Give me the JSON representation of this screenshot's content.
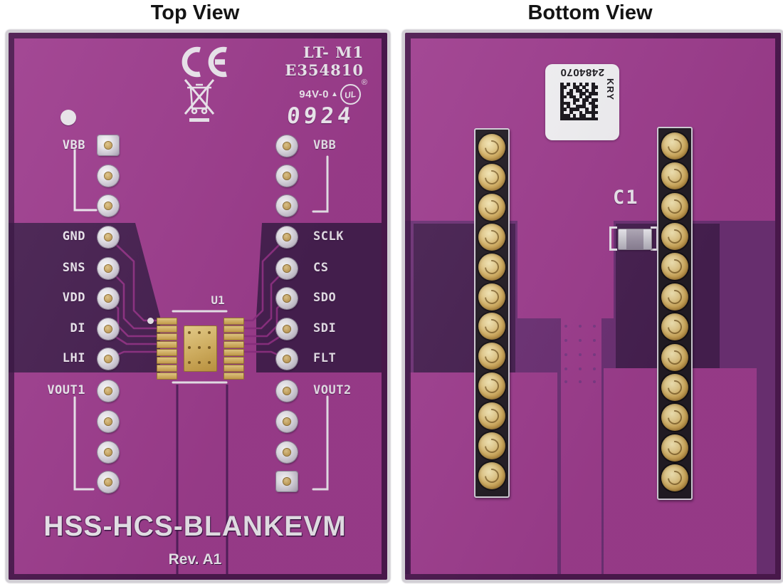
{
  "titles": {
    "top_view": "Top View",
    "bottom_view": "Bottom View"
  },
  "colors": {
    "copper_pour_magenta": "#9e3d8e",
    "soldermask_dark_purple": "#472051",
    "soldermask_mid_purple": "#6d3175",
    "silkscreen_white": "#ece6ee",
    "gold_pad": "#d9b97a"
  },
  "top_view": {
    "silkscreen": {
      "board_name": "HSS-HCS-BLANKEVM",
      "revision": "Rev. A1",
      "chip_ref": "U1",
      "left_pins": [
        "VBB",
        "GND",
        "SNS",
        "VDD",
        "DI",
        "LHI",
        "VOUT1"
      ],
      "right_pins": [
        "VBB",
        "SCLK",
        "CS",
        "SDO",
        "SDI",
        "FLT",
        "VOUT2"
      ]
    },
    "markings": {
      "logo_line1": "LT- M1",
      "logo_line2": "E354810",
      "flammability": "94V-0",
      "ul_triangle": "▲",
      "ul_letters": "UL",
      "registered": "®",
      "date_code": "0924",
      "ce_mark": "CE",
      "weee_icon": "crossed-out-wheeled-bin"
    }
  },
  "bottom_view": {
    "sticker": {
      "serial": "2484070",
      "code": "KRY"
    },
    "cap_ref": "C1",
    "header_pin_count_left": 12,
    "header_pin_count_right": 12
  }
}
